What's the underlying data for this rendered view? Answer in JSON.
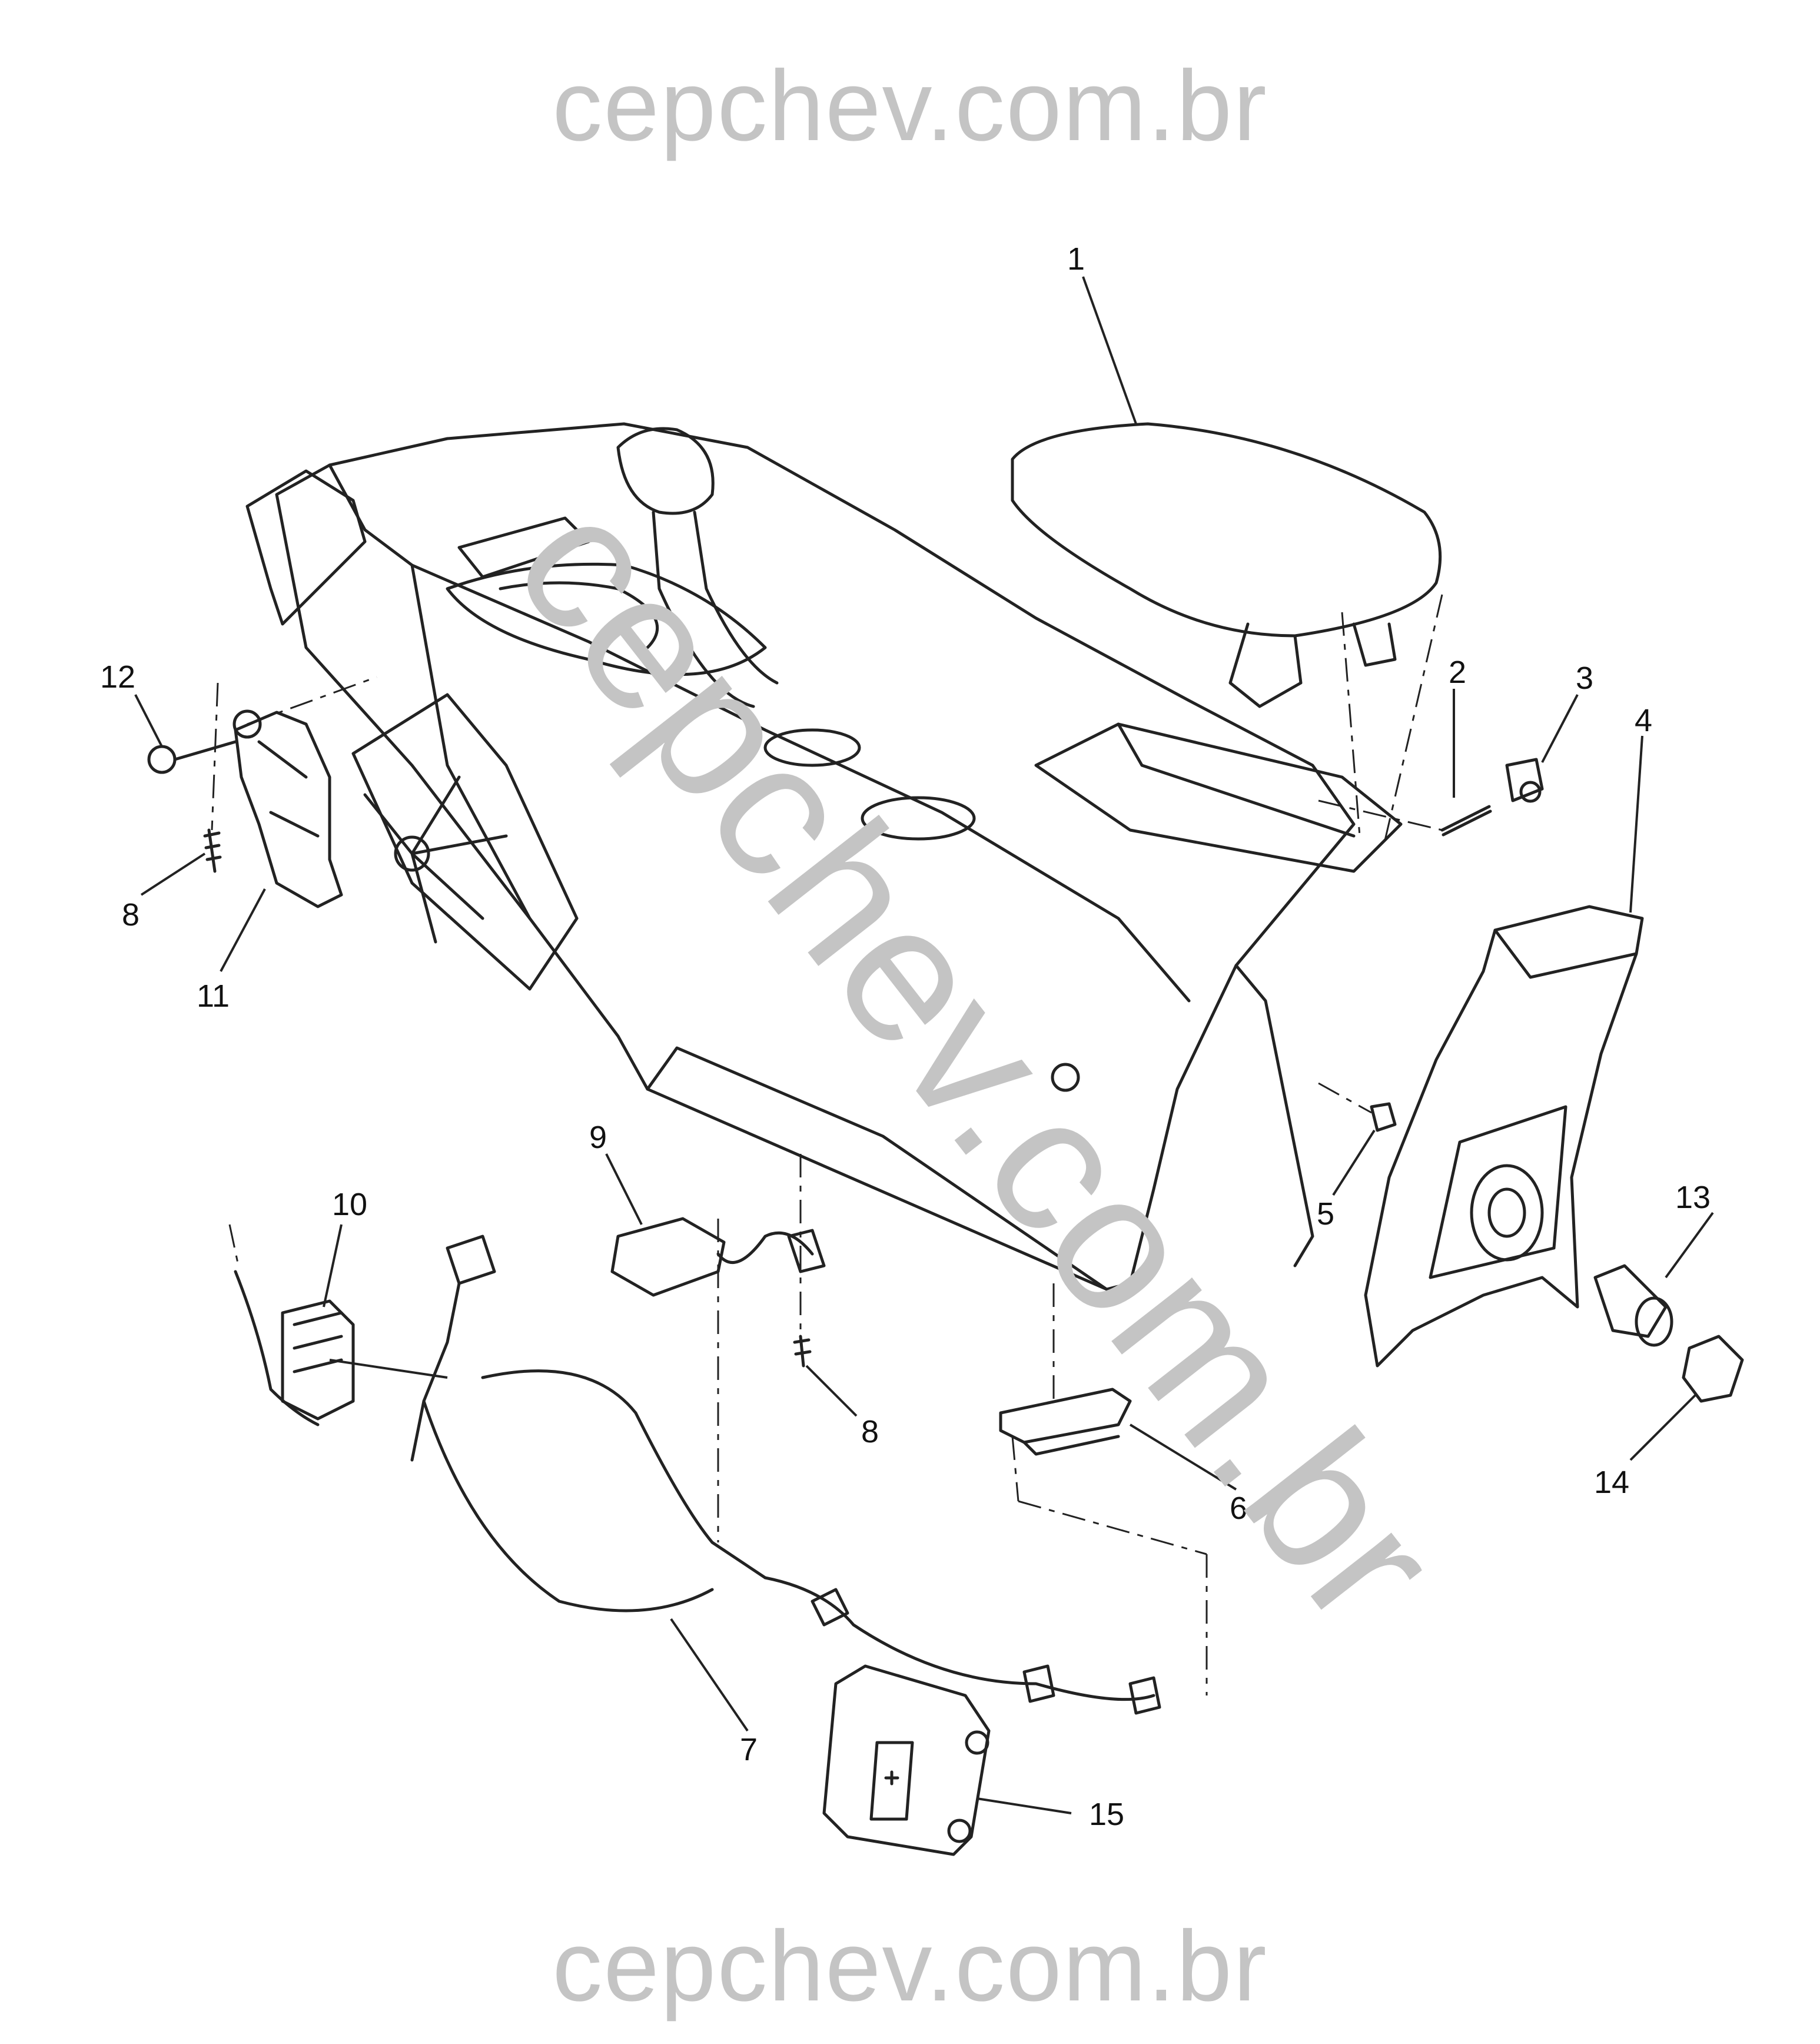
{
  "watermark": {
    "top": "cepchev.com.br",
    "diagonal": "cepchev.com.br",
    "bottom": "cepchev.com.br"
  },
  "callouts": [
    {
      "id": "1",
      "label": "1"
    },
    {
      "id": "2",
      "label": "2"
    },
    {
      "id": "3",
      "label": "3"
    },
    {
      "id": "4",
      "label": "4"
    },
    {
      "id": "5",
      "label": "5"
    },
    {
      "id": "6",
      "label": "6"
    },
    {
      "id": "7",
      "label": "7"
    },
    {
      "id": "8a",
      "label": "8"
    },
    {
      "id": "8b",
      "label": "8"
    },
    {
      "id": "9",
      "label": "9"
    },
    {
      "id": "10",
      "label": "10"
    },
    {
      "id": "11",
      "label": "11"
    },
    {
      "id": "12",
      "label": "12"
    },
    {
      "id": "13",
      "label": "13"
    },
    {
      "id": "14",
      "label": "14"
    },
    {
      "id": "15",
      "label": "15"
    }
  ]
}
